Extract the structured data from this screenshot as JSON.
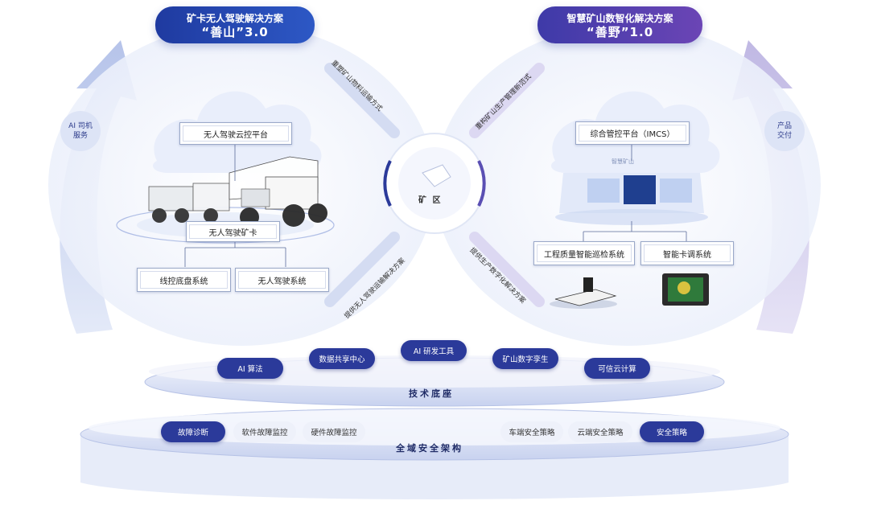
{
  "left_title": {
    "line1": "矿卡无人驾驶解决方案",
    "line2": "“善山”3.0"
  },
  "right_title": {
    "line1": "智慧矿山数智化解决方案",
    "line2": "“善野”1.0"
  },
  "left_side": "AI 司机\n服务",
  "right_side": "产品\n交付",
  "left_system": {
    "cloud_platform": "无人驾驶云控平台",
    "truck": "无人驾驶矿卡",
    "sub": [
      "线控底盘系统",
      "无人驾驶系统"
    ]
  },
  "right_system": {
    "platform": "综合管控平台（IMCS）",
    "screen_label": "智慧矿山",
    "sub": [
      "工程质量智能巡检系统",
      "智能卡调系统"
    ]
  },
  "center": "矿 区",
  "arrow_labels": {
    "top_left": "重塑矿山物料运输方式",
    "top_right": "重构矿山生产管理新范式",
    "bottom_left": "提供无人驾驶运输解决方案",
    "bottom_right": "提供生产数字化解决方案"
  },
  "tech_platform": {
    "label": "技术底座",
    "items": [
      "AI 算法",
      "数据共享中心",
      "AI 研发工具",
      "矿山数字孪生",
      "可信云计算"
    ]
  },
  "security": {
    "label": "全域安全架构",
    "items": [
      "故障诊断",
      "软件故障监控",
      "硬件故障监控",
      "车端安全策略",
      "云端安全策略",
      "安全策略"
    ]
  },
  "colors": {
    "primary": "#2b3a9a",
    "left_title": "#2440a8",
    "right_title": "#5a3fae",
    "cloud": "#e9eefb"
  }
}
